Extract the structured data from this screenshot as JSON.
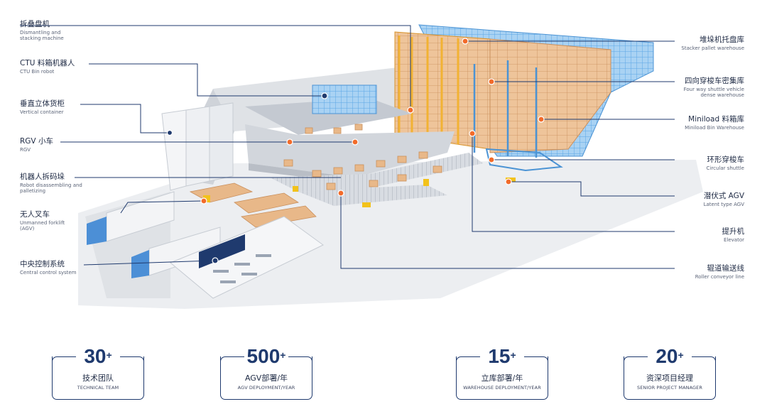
{
  "left_labels": [
    {
      "zh": "拆叠盘机",
      "en": "Dismantling and stacking machine"
    },
    {
      "zh": "CTU 料箱机器人",
      "en": "CTU Bin robot"
    },
    {
      "zh": "垂直立体货柜",
      "en": "Vertical container"
    },
    {
      "zh": "RGV 小车",
      "en": "RGV"
    },
    {
      "zh": "机器人拆码垛",
      "en": "Robot disassembling and palletizing"
    },
    {
      "zh": "无人叉车",
      "en": "Unmanned forklift (AGV)"
    },
    {
      "zh": "中央控制系统",
      "en": "Central control system"
    }
  ],
  "right_labels": [
    {
      "zh": "堆垛机托盘库",
      "en": "Stacker pallet warehouse"
    },
    {
      "zh": "四向穿梭车密集库",
      "en": "Four way shuttle vehicle dense warehouse"
    },
    {
      "zh": "Miniload 料箱库",
      "en": "Miniload Bin Warehouse"
    },
    {
      "zh": "环形穿梭车",
      "en": "Circular shuttle"
    },
    {
      "zh": "潜伏式 AGV",
      "en": "Latent type AGV"
    },
    {
      "zh": "提升机",
      "en": "Elevator"
    },
    {
      "zh": "辊道输送线",
      "en": "Roller conveyor line"
    }
  ],
  "stats": [
    {
      "num": "30",
      "sup": "+",
      "zh": "技术团队",
      "en": "TECHNICAL TEAM"
    },
    {
      "num": "500",
      "sup": "+",
      "zh": "AGV部署/年",
      "en": "AGV DEPLOYMENT/YEAR"
    },
    {
      "num": "15",
      "sup": "+",
      "zh": "立库部署/年",
      "en": "WAREHOUSE DEPLOYMENT/YEAR"
    },
    {
      "num": "20",
      "sup": "+",
      "zh": "资深项目经理",
      "en": "SENIOR PROJECT MANAGER"
    }
  ],
  "colors": {
    "primary": "#1f3a6e",
    "rack_blue": "#5ba7e6",
    "rack_orange": "#f2b233",
    "box": "#e8b889",
    "marker": "#f26b2a",
    "floor": "#e9ebee"
  }
}
